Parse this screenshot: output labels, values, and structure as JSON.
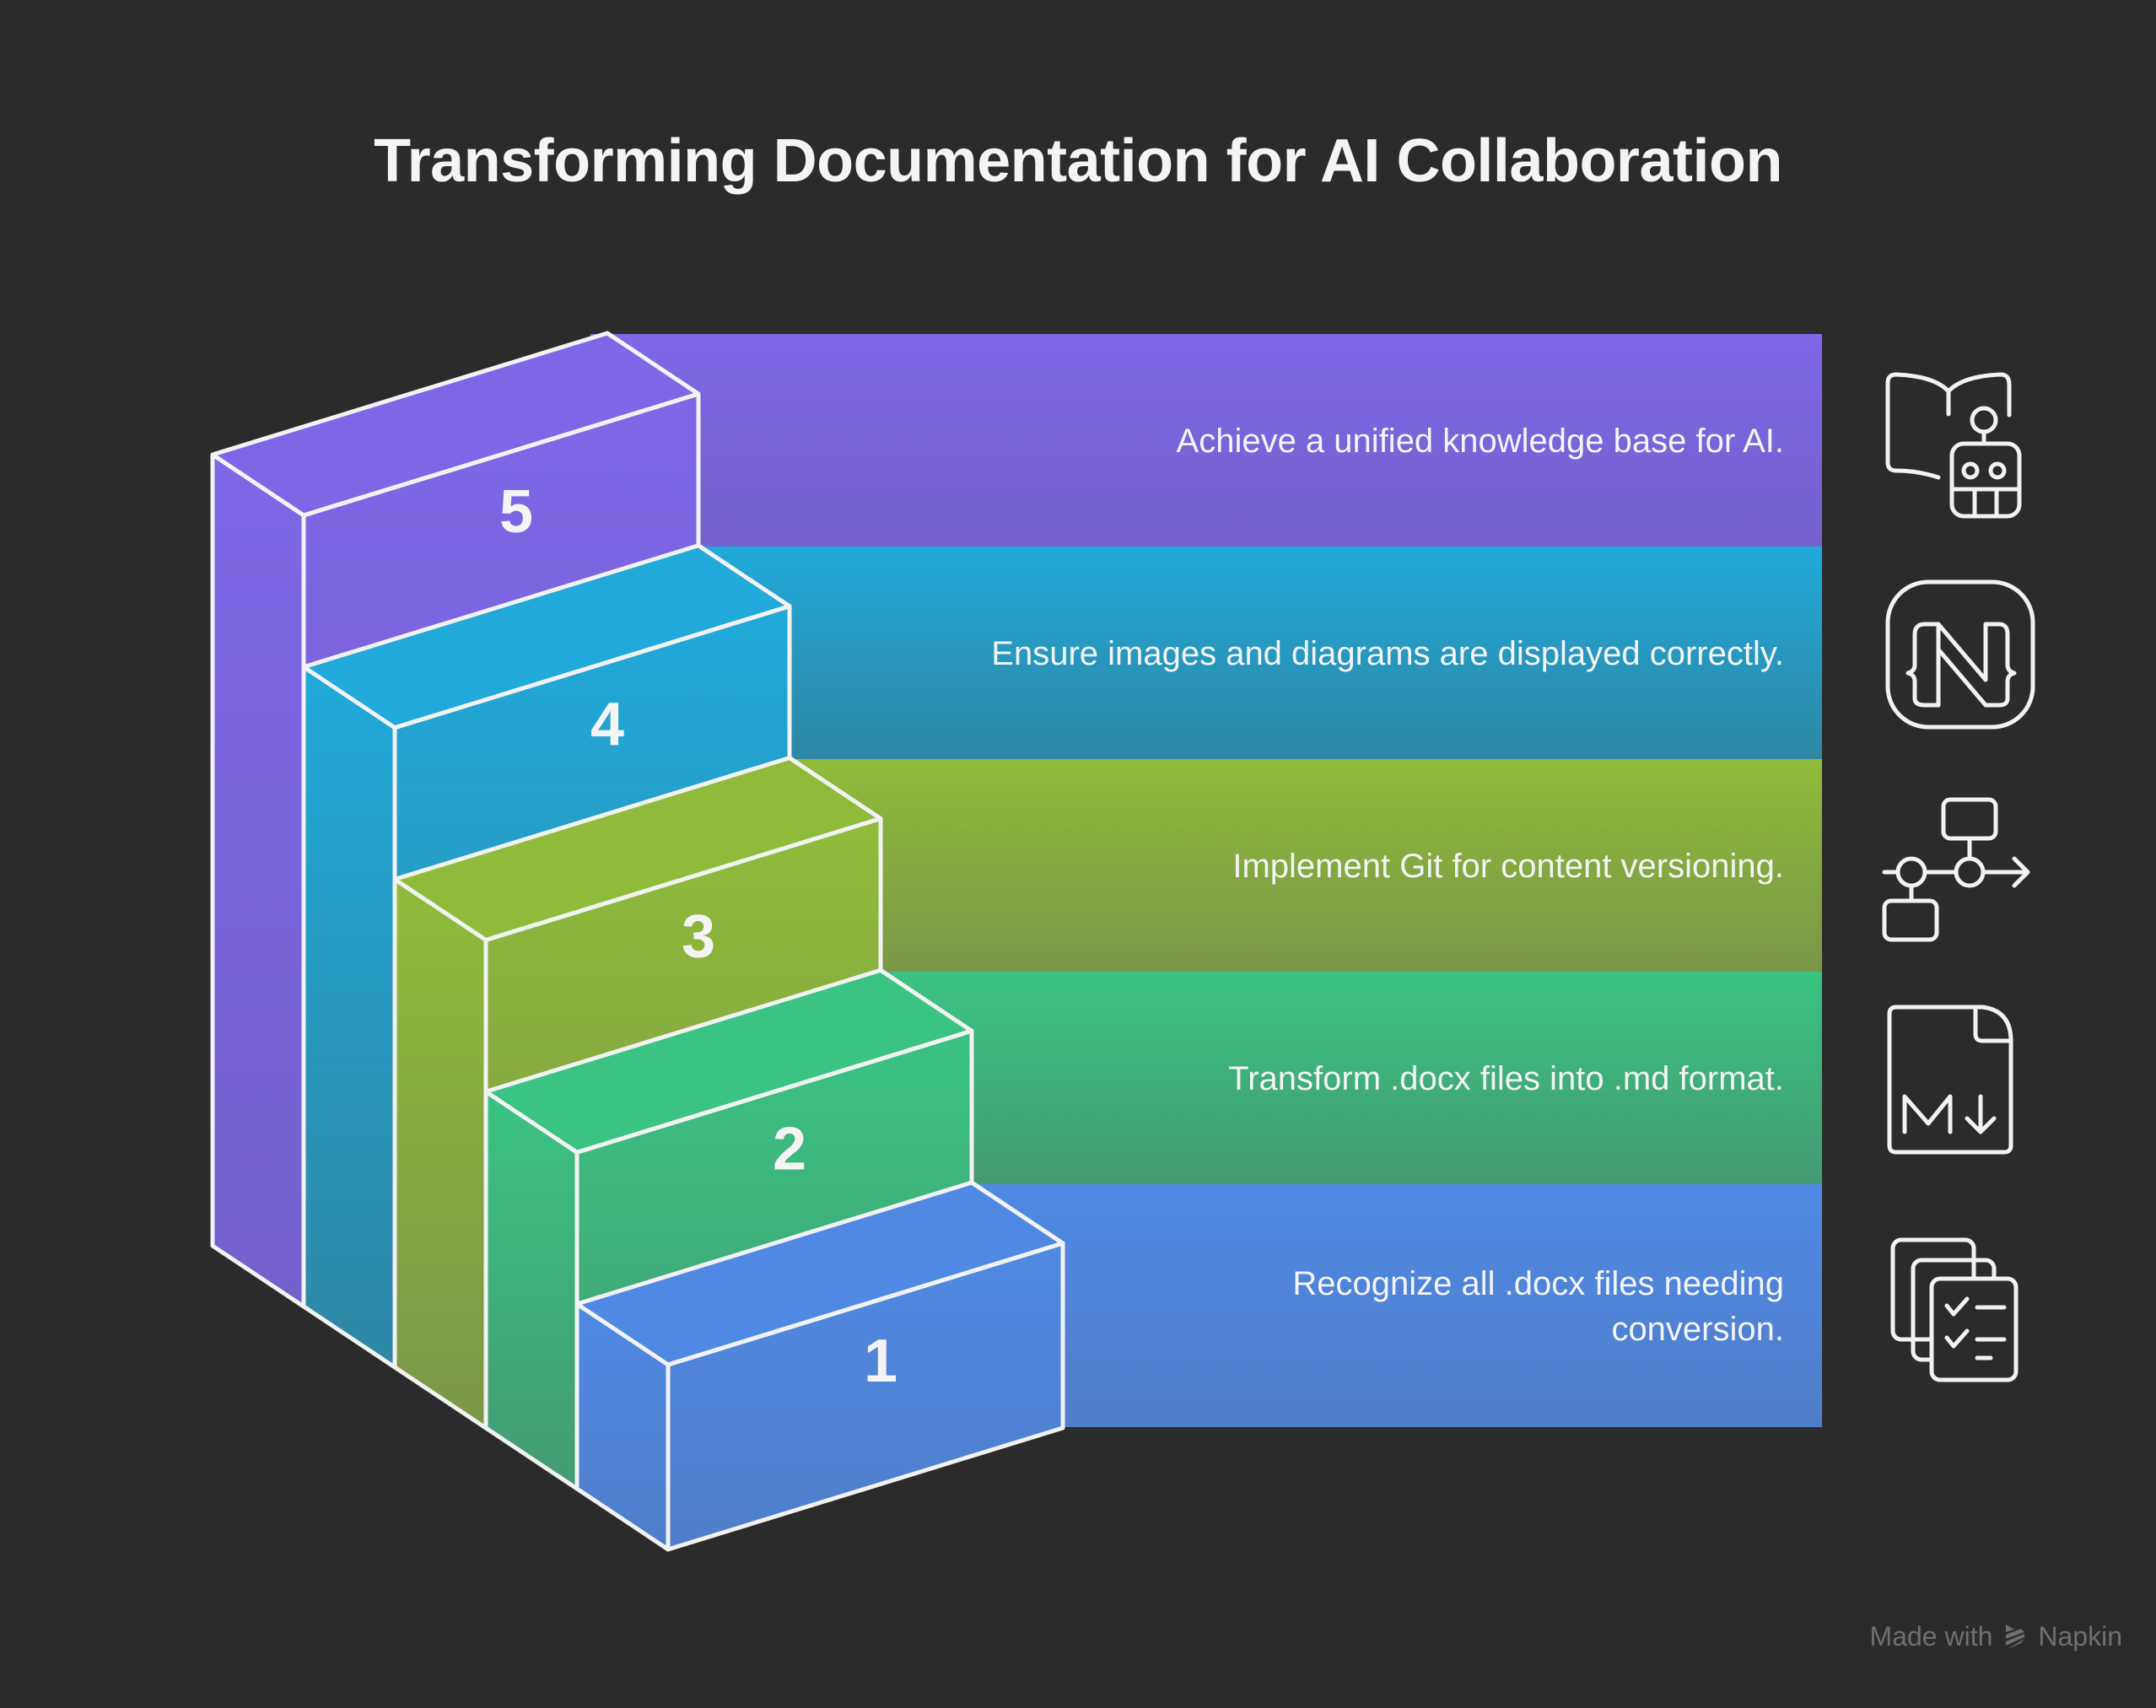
{
  "title": "Transforming Documentation for AI Collaboration",
  "steps": [
    {
      "number": "1",
      "label_lines": [
        "Recognize all .docx files needing",
        "conversion."
      ],
      "icon": "checklist-documents-icon",
      "colors": {
        "top": "#4f89e3",
        "bottom": "#4f7ec9",
        "side_top": "#4f89e3",
        "side_bottom": "#4f7ec9"
      }
    },
    {
      "number": "2",
      "label_lines": [
        "Transform .docx files into .md format."
      ],
      "icon": "markdown-file-icon",
      "colors": {
        "top": "#3ac383",
        "bottom": "#449a72",
        "side_top": "#3ac383",
        "side_bottom": "#449a72"
      }
    },
    {
      "number": "3",
      "label_lines": [
        "Implement Git for content versioning."
      ],
      "icon": "git-flow-icon",
      "colors": {
        "top": "#90bb3a",
        "bottom": "#7b9648",
        "side_top": "#90bb3a",
        "side_bottom": "#7b9648"
      }
    },
    {
      "number": "4",
      "label_lines": [
        "Ensure images and diagrams are displayed correctly."
      ],
      "icon": "code-n-badge-icon",
      "colors": {
        "top": "#20a9d9",
        "bottom": "#2f87a5",
        "side_top": "#20a9d9",
        "side_bottom": "#2f87a5"
      }
    },
    {
      "number": "5",
      "label_lines": [
        "Achieve a unified knowledge base for AI."
      ],
      "icon": "book-robot-icon",
      "colors": {
        "top": "#7e66e6",
        "bottom": "#7561cc",
        "side_top": "#7e66e6",
        "side_bottom": "#7561cc"
      }
    }
  ],
  "watermark": {
    "prefix": "Made with",
    "brand": "Napkin",
    "icon": "napkin-logo-icon"
  }
}
